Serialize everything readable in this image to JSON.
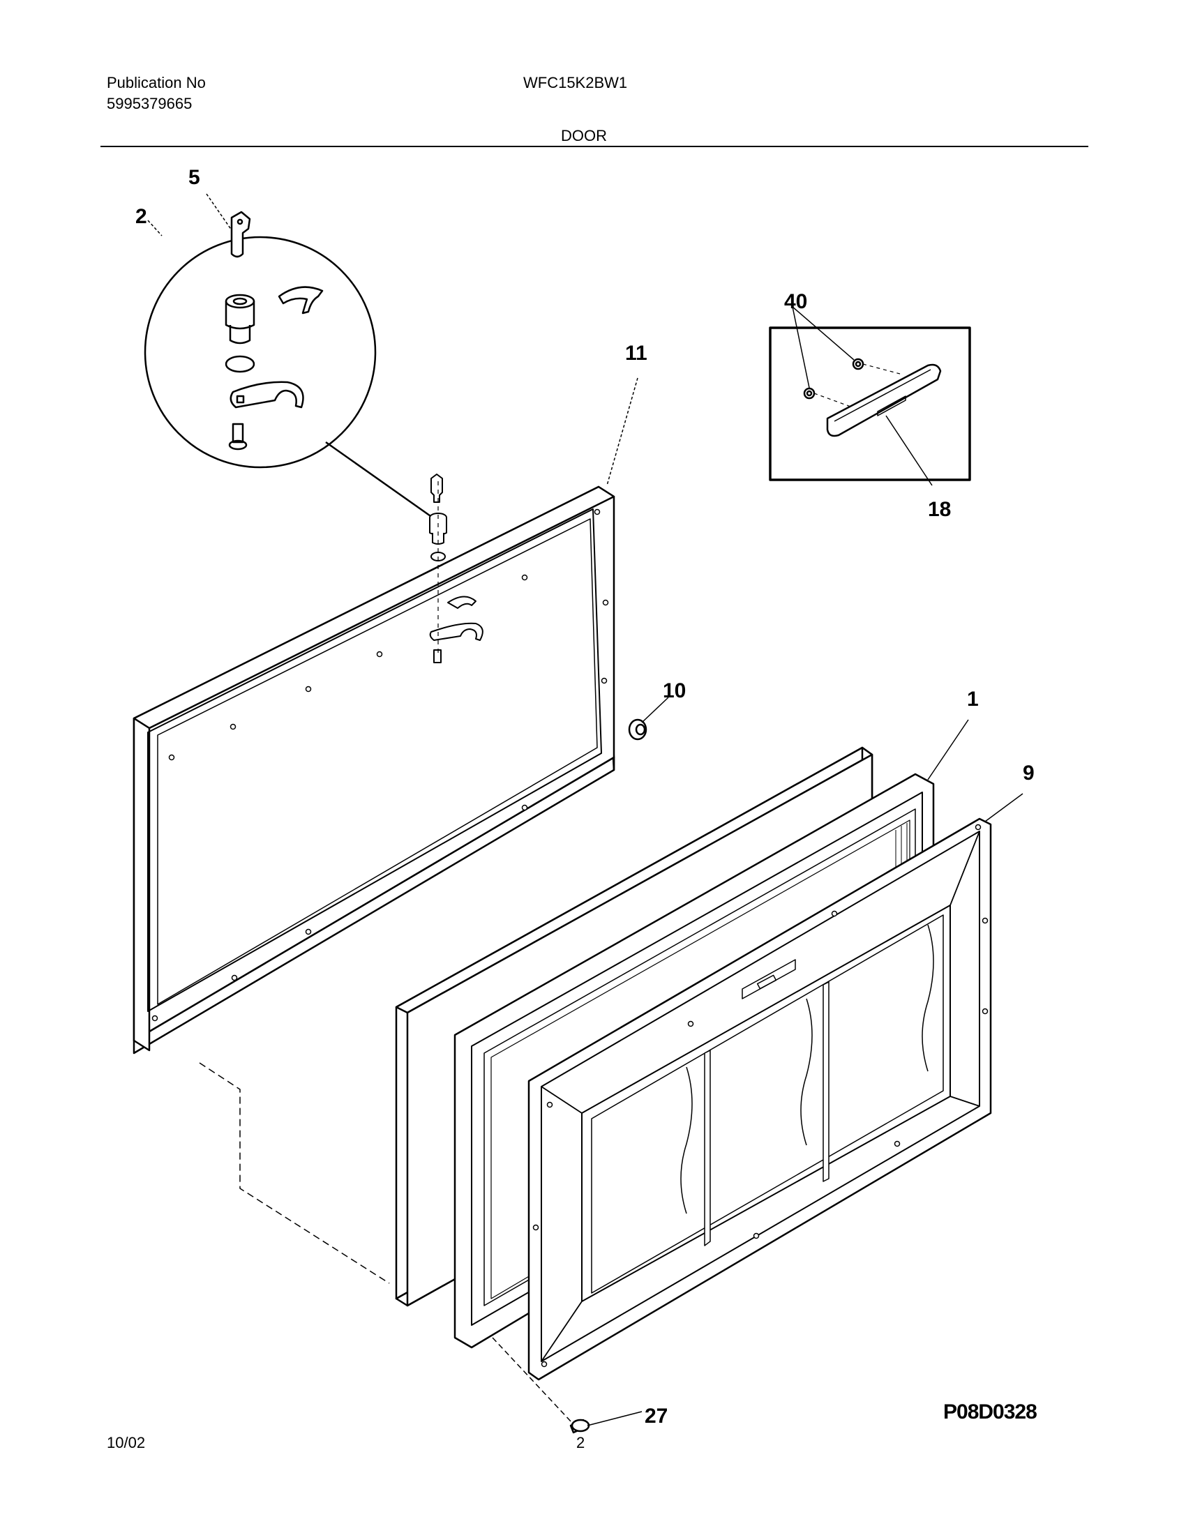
{
  "header": {
    "publication_label": "Publication No",
    "publication_number": "5995379665",
    "model": "WFC15K2BW1",
    "section_title": "DOOR"
  },
  "footer": {
    "date": "10/02",
    "page_number": "2",
    "diagram_code": "P08D0328"
  },
  "callouts": {
    "c5": "5",
    "c2": "2",
    "c11": "11",
    "c40": "40",
    "c18": "18",
    "c10": "10",
    "c1": "1",
    "c9": "9",
    "c27": "27"
  }
}
